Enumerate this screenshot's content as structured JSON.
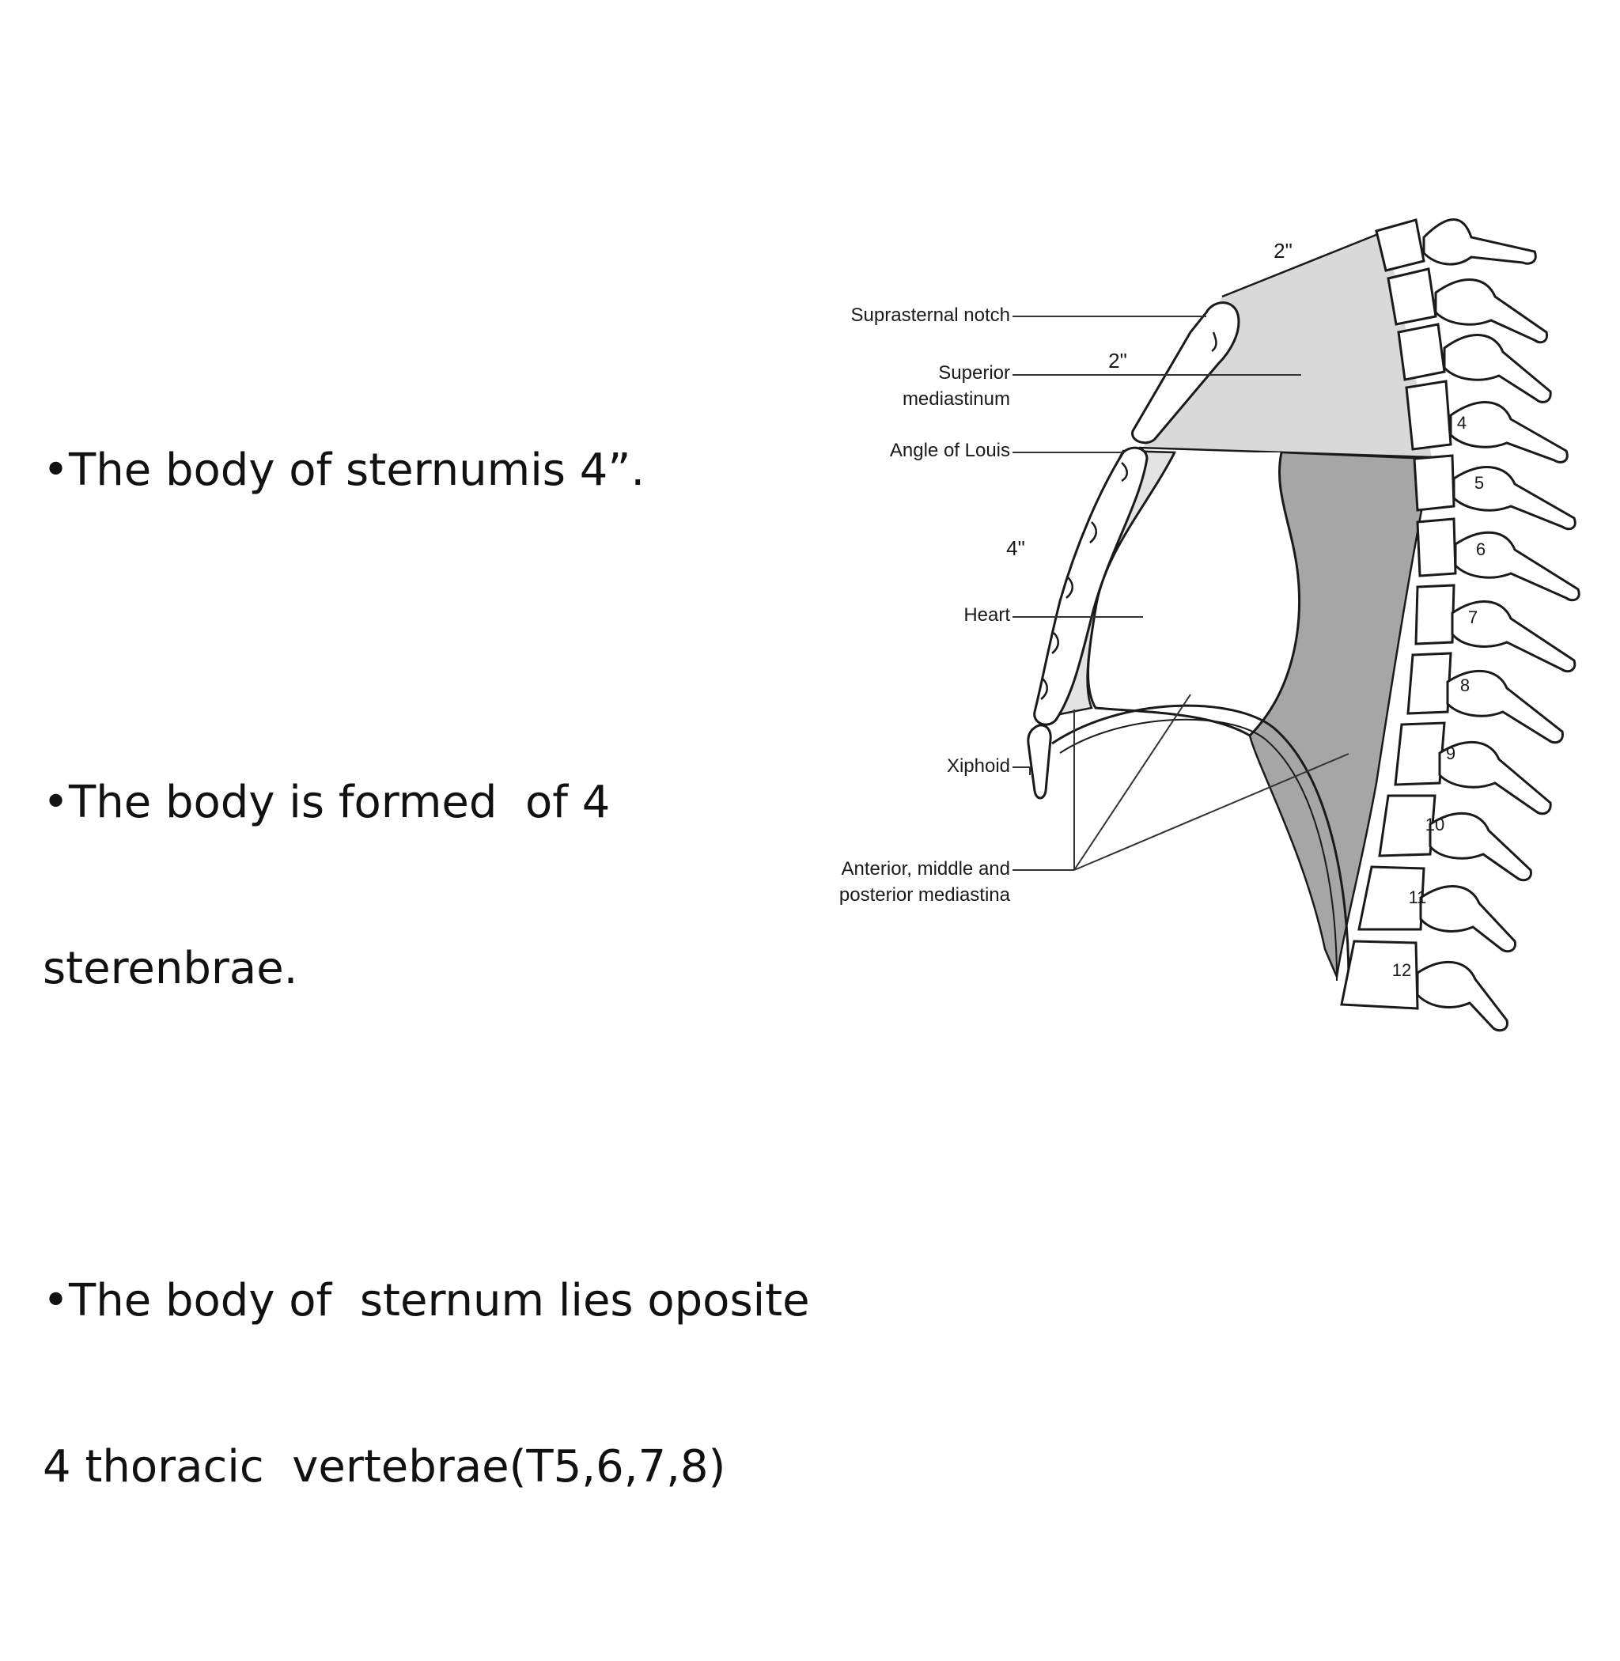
{
  "bullets": [
    {
      "lines": [
        "•The body of sternumis 4”."
      ]
    },
    {
      "lines": [
        "•The body is formed  of 4",
        "sterenbrae."
      ]
    },
    {
      "lines": [
        "•The body of  sternum lies oposite",
        "4 thoracic  vertebrae(T5,6,7,8)"
      ]
    }
  ],
  "diagram": {
    "labels": {
      "suprasternal_notch": "Suprasternal notch",
      "superior_1": "Superior",
      "superior_2": "mediastinum",
      "angle_of_louis": "Angle of Louis",
      "heart": "Heart",
      "xiphoid": "Xiphoid",
      "amp_1": "Anterior, middle and",
      "amp_2": "posterior mediastina"
    },
    "measurements": {
      "top": "2\"",
      "upper": "2\"",
      "body": "4\""
    },
    "vertebra_numbers": [
      "4",
      "5",
      "6",
      "7",
      "8",
      "9",
      "10",
      "11",
      "12"
    ],
    "colors": {
      "superior_mediastinum": "#d9d9d9",
      "posterior_mediastinum": "#a6a6a6",
      "anterior_mediastinum": "#e3e3e3"
    }
  }
}
